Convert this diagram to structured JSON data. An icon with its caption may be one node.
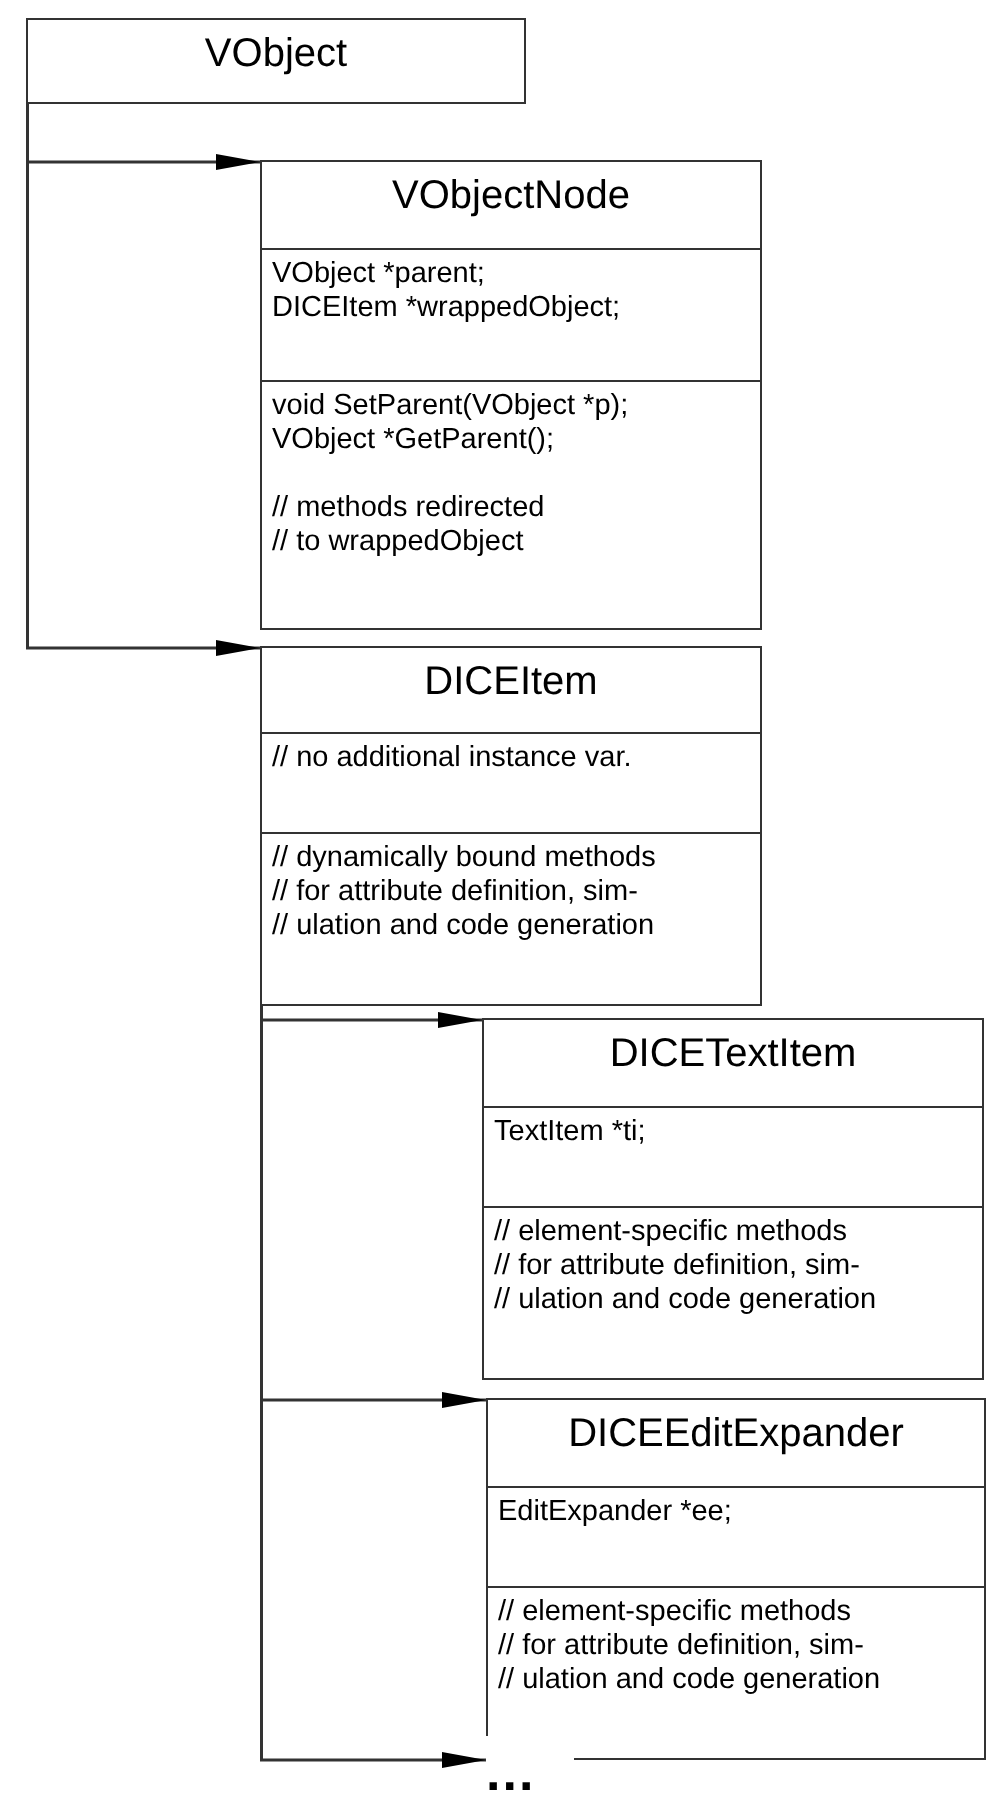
{
  "diagram": {
    "nodes": [
      {
        "text": [
          "VObject"
        ]
      },
      {
        "text": [
          "VObjectNode",
          "VObject *parent;",
          "DICEItem *wrappedObject;",
          "void SetParent(VObject *p);",
          "VObject *GetParent();",
          "// methods redirected // to wrappedObject"
        ]
      },
      {
        "text": [
          "DICEItem",
          "// no additional instance var.",
          "// dynamically bound methods // for attribute definition, sim- // ulation and code generation"
        ]
      },
      {
        "text": [
          "DICETextItem",
          "TextItem *ti;",
          "// element-specific methods // for attribute definition, sim- // ulation and code generation"
        ]
      },
      {
        "text": [
          "DICEEditExpander",
          "EditExpander *ee;",
          "// element-specific methods // for attribute definition, sim- // ulation and code generation"
        ]
      },
      {
        "text": [
          "..."
        ]
      }
    ],
    "edges": [
      {
        "from": 0,
        "to": 1,
        "arrow": "to"
      },
      {
        "from": 0,
        "to": 2,
        "arrow": "to"
      },
      {
        "from": 2,
        "to": 3,
        "arrow": "to"
      },
      {
        "from": 2,
        "to": 4,
        "arrow": "to"
      },
      {
        "from": 2,
        "to": 5,
        "arrow": "to"
      }
    ]
  }
}
